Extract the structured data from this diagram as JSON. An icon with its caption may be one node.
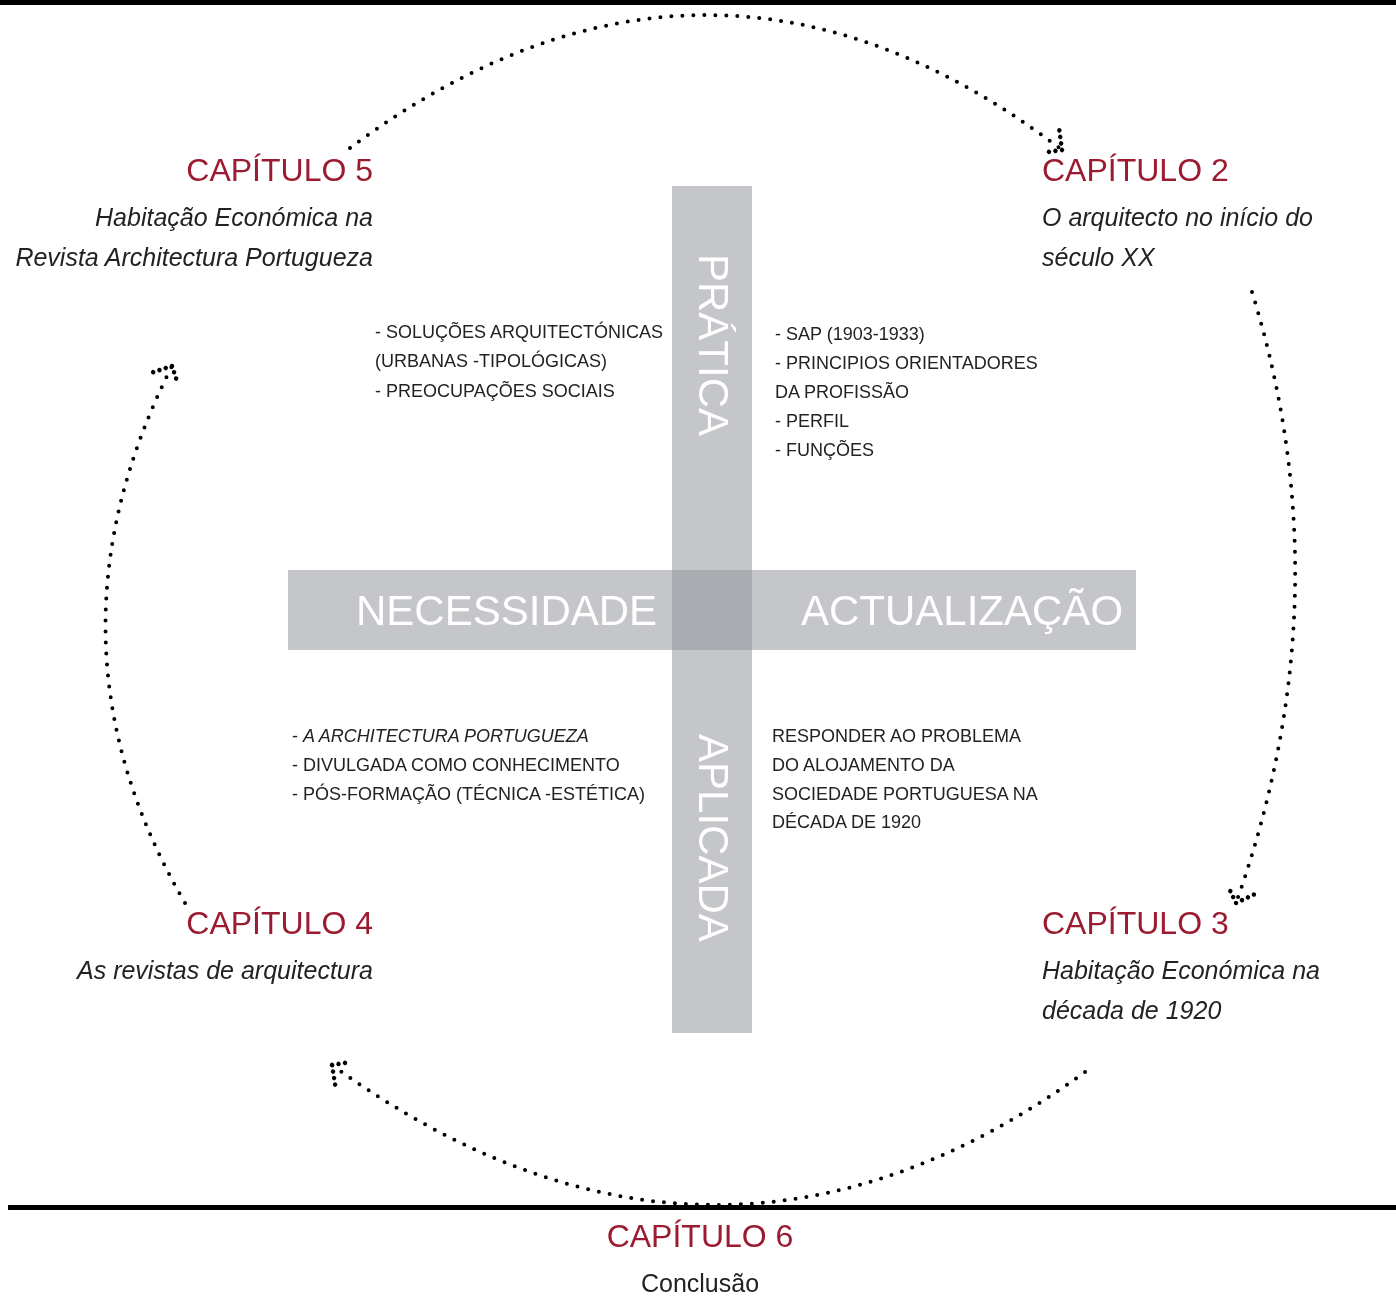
{
  "diagram": {
    "nodes": [
      {
        "text": [
          "CAPÍTULO 5",
          "Habitação Económica na Revista Architectura Portugueza"
        ]
      },
      {
        "text": [
          "CAPÍTULO 2",
          "O arquitecto no início do século XX"
        ]
      },
      {
        "text": [
          "CAPÍTULO 3",
          "Habitação Económica na década de 1920"
        ]
      },
      {
        "text": [
          "CAPÍTULO 4",
          "As revistas de arquitectura"
        ]
      },
      {
        "text": [
          "CAPÍTULO 6",
          "Conclusão"
        ]
      },
      {
        "text": [
          "PRÁTICA",
          "APLICADA"
        ]
      },
      {
        "text": [
          "NECESSIDADE",
          "ACTUALIZAÇÃO"
        ]
      }
    ],
    "edges": [
      {
        "from": 0,
        "to": 1,
        "arrow": "to",
        "style": "dashed"
      },
      {
        "from": 1,
        "to": 2,
        "arrow": "to",
        "style": "dashed"
      },
      {
        "from": 2,
        "to": 3,
        "arrow": "to",
        "style": "dashed"
      },
      {
        "from": 3,
        "to": 0,
        "arrow": "to",
        "style": "dashed"
      }
    ],
    "labels": [
      "- SOLUÇÕES ARQUITECTÓNICAS (URBANAS -TIPOLÓGICAS)",
      "- PREOCUPAÇÕES SOCIAIS",
      "- SAP (1903-1933)",
      "- PRINCIPIOS ORIENTADORES DA PROFISSÃO",
      "- PERFIL",
      "- FUNÇÕES",
      "- *A ARCHITECTURA PORTUGUEZA*",
      "- DIVULGADA COMO CONHECIMENTO",
      "- PÓS-FORMAÇÃO (TÉCNICA -ESTÉTICA)",
      "RESPONDER AO PROBLEMA DO ALOJAMENTO DA SOCIEDADE PORTUGUESA NA DÉCADA DE 1920"
    ]
  }
}
